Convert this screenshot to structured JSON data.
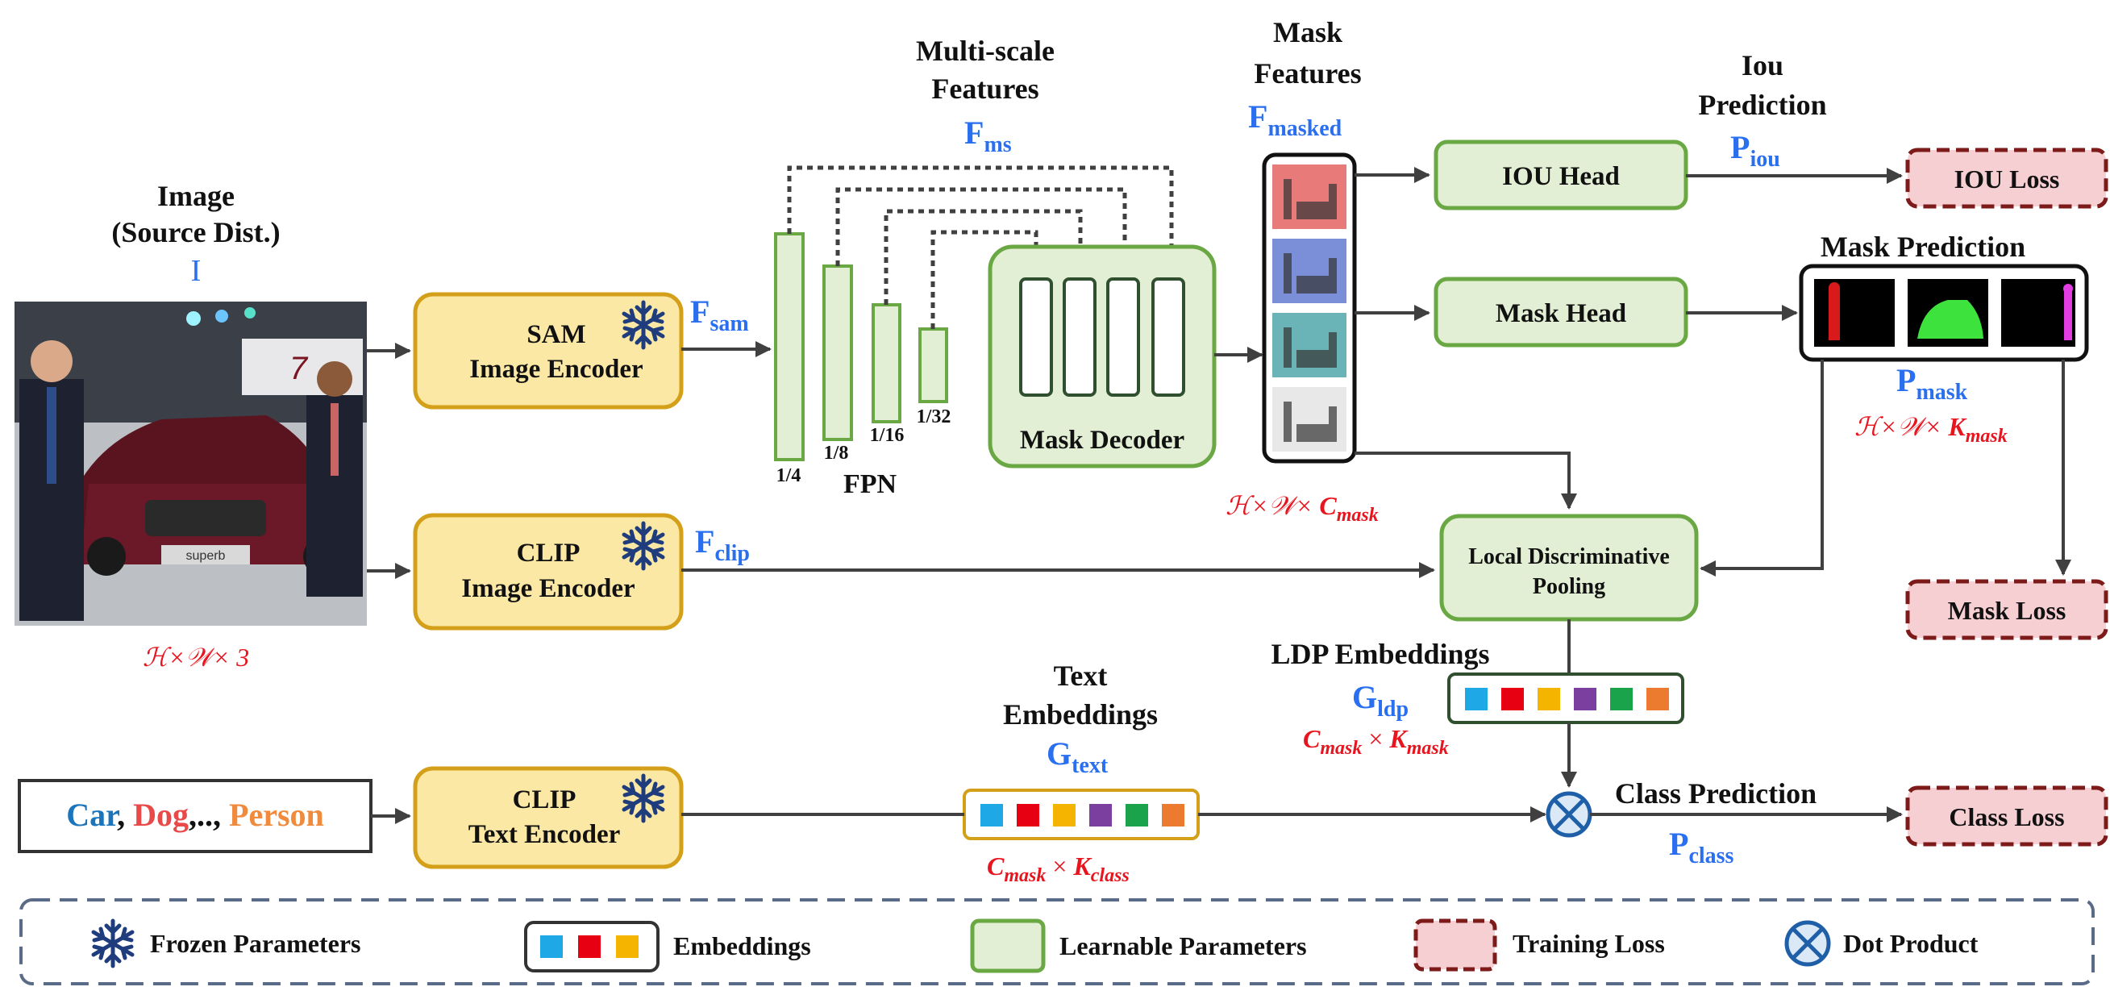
{
  "colors": {
    "encoder_fill": "#fbe8a4",
    "encoder_stroke": "#d4a01a",
    "learnable_fill": "#e2efd4",
    "learnable_stroke": "#6aa844",
    "loss_fill": "#f6cfd3",
    "loss_stroke": "#7d1a1a",
    "blue_text": "#2a6ff0",
    "red_text": "#e8141e",
    "arrow": "#404040",
    "legend_stroke": "#5a6b87",
    "snowflake": "#1f3d7c",
    "emb": [
      "#1ea8e6",
      "#e60012",
      "#f4b400",
      "#7b3fa0",
      "#1aa34a",
      "#ec7a2f"
    ]
  },
  "image_block": {
    "title_line1": "Image",
    "title_line2": "(Source Dist.)",
    "symbol": "I",
    "dims": "ℋ×𝒲× 3",
    "photo_caption": "superb"
  },
  "encoders": {
    "sam": {
      "line1": "SAM",
      "line2": "Image Encoder"
    },
    "clip_image": {
      "line1": "CLIP",
      "line2": "Image Encoder"
    },
    "clip_text": {
      "line1": "CLIP",
      "line2": "Text Encoder"
    }
  },
  "features": {
    "f_sam": {
      "base": "F",
      "sub": "sam"
    },
    "f_clip": {
      "base": "F",
      "sub": "clip"
    },
    "f_ms": {
      "base": "F",
      "sub": "ms"
    },
    "ms_title_line1": "Multi-scale",
    "ms_title_line2": "Features"
  },
  "fpn": {
    "label": "FPN",
    "scales": [
      "1/4",
      "1/8",
      "1/16",
      "1/32"
    ]
  },
  "mask_decoder": {
    "label": "Mask Decoder"
  },
  "mask_features": {
    "title_line1": "Mask",
    "title_line2": "Features",
    "symbol": {
      "base": "F",
      "sub": "masked"
    },
    "dims": {
      "prefix": "ℋ×𝒲× ",
      "base": "C",
      "sub": "mask"
    }
  },
  "heads": {
    "iou": "IOU Head",
    "mask": "Mask Head",
    "ldp_line1": "Local Discriminative",
    "ldp_line2": "Pooling"
  },
  "iou_prediction": {
    "title_line1": "Iou",
    "title_line2": "Prediction",
    "symbol": {
      "base": "P",
      "sub": "iou"
    }
  },
  "mask_prediction": {
    "title": "Mask Prediction",
    "symbol": {
      "base": "P",
      "sub": "mask"
    },
    "dims": {
      "prefix": "ℋ×𝒲× ",
      "base": "K",
      "sub": "mask"
    }
  },
  "losses": {
    "iou": "IOU Loss",
    "mask": "Mask Loss",
    "class": "Class Loss"
  },
  "ldp_embeddings": {
    "title": "LDP Embeddings",
    "symbol": {
      "base": "G",
      "sub": "ldp"
    },
    "dims": {
      "base1": "C",
      "sub1": "mask",
      "sep": " × ",
      "base2": "K",
      "sub2": "mask"
    }
  },
  "text_embeddings": {
    "title_line1": "Text",
    "title_line2": "Embeddings",
    "symbol": {
      "base": "G",
      "sub": "text"
    },
    "dims": {
      "base1": "C",
      "sub1": "mask",
      "sep": " × ",
      "base2": "K",
      "sub2": "class"
    }
  },
  "class_prediction": {
    "title": "Class Prediction",
    "symbol": {
      "base": "P",
      "sub": "class"
    }
  },
  "text_input": {
    "car": "Car",
    "sep1": ", ",
    "dog": "Dog",
    "sep2": ",.., ",
    "person": "Person",
    "car_color": "#1b75bc",
    "dog_color": "#e84a4a",
    "person_color": "#f08a3c"
  },
  "legend": {
    "frozen": "Frozen Parameters",
    "embeddings": "Embeddings",
    "learnable": "Learnable Parameters",
    "training_loss": "Training Loss",
    "dot_product": "Dot Product"
  }
}
